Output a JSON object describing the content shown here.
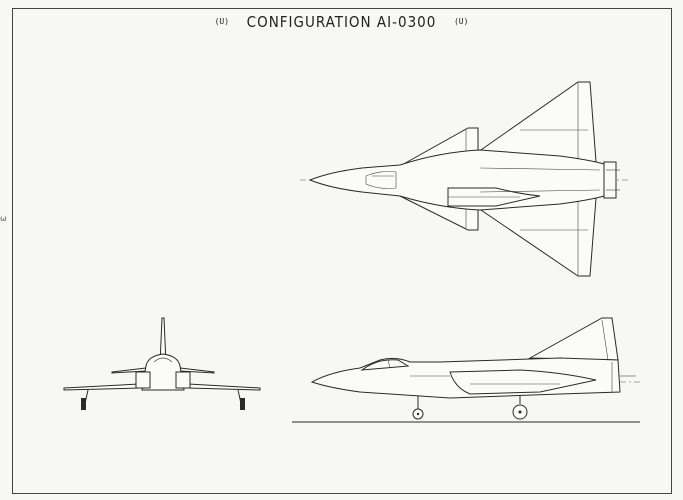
{
  "drawing": {
    "title": "CONFIGURATION AI-0300",
    "classification_left": "(U)",
    "classification_right": "(U)",
    "margin_mark": "ω"
  }
}
